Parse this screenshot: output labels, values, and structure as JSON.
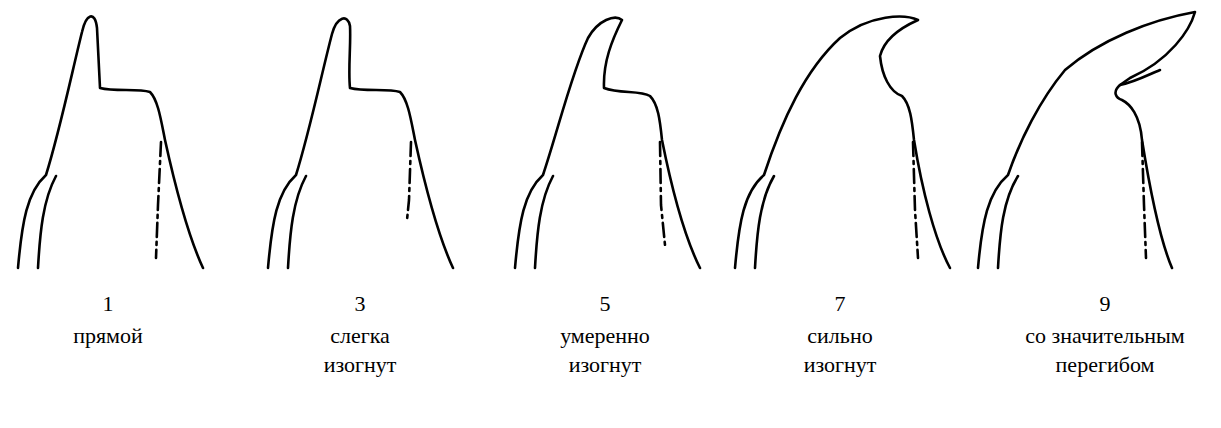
{
  "diagram": {
    "labels": [
      "1",
      "прямой",
      "3",
      "слегка изогнут",
      "5",
      "умеренно изогнут",
      "7",
      "сильно изогнут",
      "9",
      "со значительным перегибом"
    ]
  }
}
